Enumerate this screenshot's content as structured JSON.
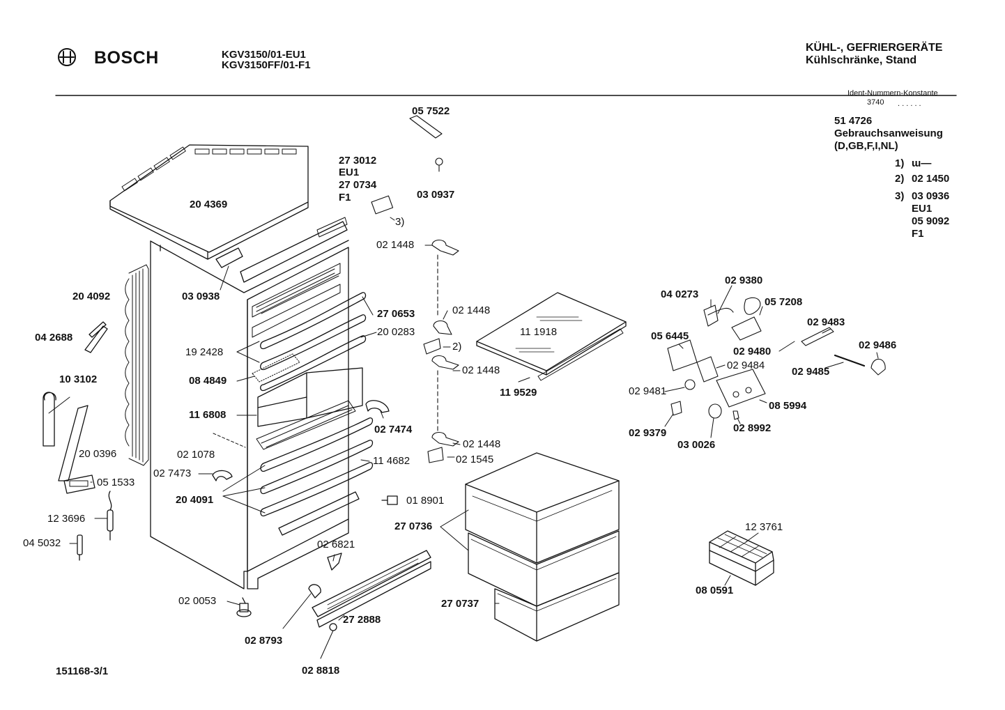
{
  "header": {
    "brand": "BOSCH",
    "models": [
      "KGV3150/01-EU1",
      "KGV3150FF/01-F1"
    ],
    "category": [
      "KÜHL-, GEFRIERGERÄTE",
      "Kühlschränke, Stand"
    ]
  },
  "ident": {
    "title": "Ident-Nummern-Konstante",
    "value": "3740",
    "dots": ". .   . . . ."
  },
  "manual": {
    "number": "51 4726",
    "title": "Gebrauchsanweisung",
    "languages": "(D,GB,F,I,NL)"
  },
  "notes": [
    {
      "mark": "1)",
      "text": "ɯ—"
    },
    {
      "mark": "2)",
      "text": "02 1450"
    },
    {
      "mark": "3)",
      "text": "03 0936"
    }
  ],
  "notes_extra": [
    "EU1",
    "05 9092",
    "F1"
  ],
  "parts": {
    "p20_4369": "20 4369",
    "p27_3012": "27 3012",
    "pEU1": "EU1",
    "p27_0734": "27 0734",
    "pF1": "F1",
    "p05_7522": "05 7522",
    "p03_0937": "03 0937",
    "p3ref": "3)",
    "p02_1448a": "02 1448",
    "p02_1448b": "02 1448",
    "p2ref": "2)",
    "p02_1448c": "02 1448",
    "p02_1448d": "02 1448",
    "p02_1545": "02 1545",
    "p20_4092": "20 4092",
    "p03_0938": "03 0938",
    "p27_0653": "27 0653",
    "p20_0283": "20 0283",
    "p19_2428": "19 2428",
    "p04_2688": "04 2688",
    "p08_4849": "08 4849",
    "p10_3102": "10 3102",
    "p11_6808": "11 6808",
    "p02_7474": "02 7474",
    "p02_1078": "02 1078",
    "p20_0396": "20 0396",
    "p02_7473": "02 7473",
    "p11_4682": "11 4682",
    "p05_1533": "05 1533",
    "p20_4091": "20 4091",
    "p01_8901": "01 8901",
    "p12_3696": "12 3696",
    "p04_5032": "04 5032",
    "p02_6821": "02 6821",
    "p02_0053": "02 0053",
    "p27_2888": "27 2888",
    "p02_8793": "02 8793",
    "p02_8818": "02 8818",
    "p11_1918": "11 1918",
    "p11_9529": "11 9529",
    "p27_0736": "27 0736",
    "p27_0737": "27 0737",
    "p04_0273": "04 0273",
    "p02_9380": "02 9380",
    "p05_7208": "05 7208",
    "p05_6445": "05 6445",
    "p02_9483": "02 9483",
    "p02_9480": "02 9480",
    "p02_9486": "02 9486",
    "p02_9484": "02 9484",
    "p02_9485": "02 9485",
    "p02_9481": "02 9481",
    "p08_5994": "08 5994",
    "p02_9379": "02 9379",
    "p03_0026": "03 0026",
    "p02_8992": "02 8992",
    "p12_3761": "12 3761",
    "p08_0591": "08 0591"
  },
  "footer": {
    "drawing_number": "151168-3/1"
  }
}
